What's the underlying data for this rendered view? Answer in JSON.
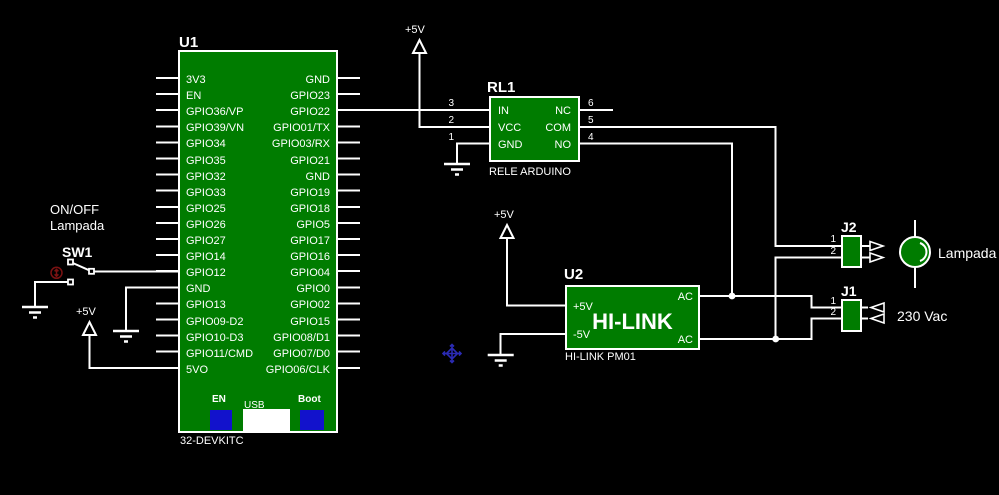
{
  "app": {
    "background_color": "#000000",
    "wire_color": "#ffffff",
    "component_fill_color": "#007c00",
    "button_blue_color": "#1212cc"
  },
  "u1": {
    "ref": "U1",
    "footprint_label": "32-DEVKITC",
    "left_pins": [
      "3V3",
      "EN",
      "GPIO36/VP",
      "GPIO39/VN",
      "GPIO34",
      "GPIO35",
      "GPIO32",
      "GPIO33",
      "GPIO25",
      "GPIO26",
      "GPIO27",
      "GPIO14",
      "GPIO12",
      "GND",
      "GPIO13",
      "GPIO09-D2",
      "GPIO10-D3",
      "GPIO11/CMD",
      "5VO"
    ],
    "right_pins": [
      "GND",
      "GPIO23",
      "GPIO22",
      "GPIO01/TX",
      "GPIO03/RX",
      "GPIO21",
      "GND",
      "GPIO19",
      "GPIO18",
      "GPIO5",
      "GPIO17",
      "GPIO16",
      "GPIO04",
      "GPIO0",
      "GPIO02",
      "GPIO15",
      "GPIO08/D1",
      "GPIO07/D0",
      "GPIO06/CLK"
    ],
    "buttons": {
      "en": "EN",
      "usb": "USB",
      "boot": "Boot"
    }
  },
  "rl1": {
    "ref": "RL1",
    "part_label": "RELE ARDUINO",
    "left_pins": [
      {
        "num": "3",
        "name": "IN"
      },
      {
        "num": "2",
        "name": "VCC"
      },
      {
        "num": "1",
        "name": "GND"
      }
    ],
    "right_pins": [
      {
        "num": "6",
        "name": "NC"
      },
      {
        "num": "5",
        "name": "COM"
      },
      {
        "num": "4",
        "name": "NO"
      }
    ]
  },
  "u2": {
    "ref": "U2",
    "title": "HI-LINK",
    "part_label": "HI-LINK PM01",
    "left_pins": [
      "+5V",
      "-5V"
    ],
    "right_pins": [
      "AC",
      "AC"
    ]
  },
  "j2": {
    "ref": "J2",
    "pin_numbers": [
      "1",
      "2"
    ]
  },
  "j1": {
    "ref": "J1",
    "pin_numbers": [
      "1",
      "2"
    ]
  },
  "sw1": {
    "ref": "SW1",
    "note_line1": "ON/OFF",
    "note_line2": "Lampada"
  },
  "power": {
    "plus5v": "+5V"
  },
  "annotations": {
    "lamp": "Lampada",
    "mains": "230 Vac"
  }
}
